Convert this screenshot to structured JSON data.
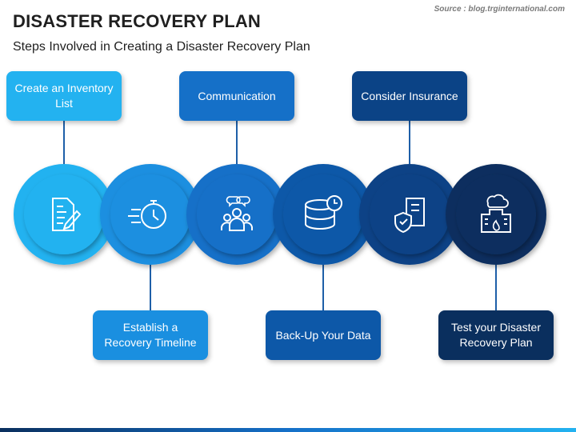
{
  "title": "DISASTER RECOVERY PLAN",
  "subtitle": "Steps Involved in Creating a Disaster Recovery Plan",
  "source": "Source : blog.trginternational.com",
  "steps": [
    {
      "label": "Create an Inventory List",
      "position": "top",
      "icon": "document-pen-icon",
      "color": "#23b2f0"
    },
    {
      "label": "Establish a Recovery Timeline",
      "position": "bottom",
      "icon": "stopwatch-icon",
      "color": "#1a8fe0"
    },
    {
      "label": "Communication",
      "position": "top",
      "icon": "people-chat-icon",
      "color": "#1570c8"
    },
    {
      "label": "Back-Up Your Data",
      "position": "bottom",
      "icon": "database-clock-icon",
      "color": "#0d58a8"
    },
    {
      "label": "Consider Insurance",
      "position": "top",
      "icon": "shield-document-icon",
      "color": "#0b4386"
    },
    {
      "label": "Test your Disaster Recovery Plan",
      "position": "bottom",
      "icon": "building-cloud-icon",
      "color": "#0a2f5e"
    }
  ]
}
